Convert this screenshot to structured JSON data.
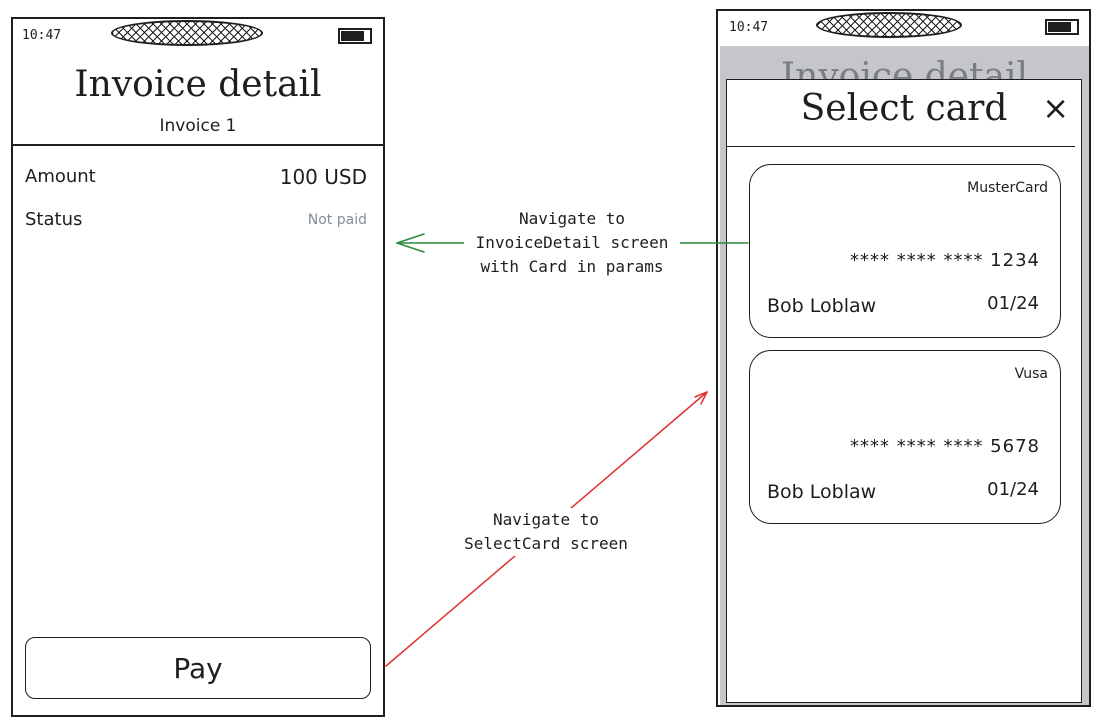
{
  "invoice_screen": {
    "status_time": "10:47",
    "title": "Invoice detail",
    "subtitle": "Invoice 1",
    "rows": [
      {
        "label": "Amount",
        "value": "100 USD"
      },
      {
        "label": "Status",
        "value": "Not paid"
      }
    ],
    "pay_label": "Pay"
  },
  "select_card_screen": {
    "status_time": "10:47",
    "background_title": "Invoice detail",
    "title": "Select card",
    "close_glyph": "×",
    "cards": [
      {
        "brand": "MusterCard",
        "number": "**** **** **** 1234",
        "holder": "Bob Loblaw",
        "expiry": "01/24"
      },
      {
        "brand": "Vusa",
        "number": "**** **** **** 5678",
        "holder": "Bob Loblaw",
        "expiry": "01/24"
      }
    ]
  },
  "annotations": {
    "to_select_card": [
      "Navigate to",
      "SelectCard screen"
    ],
    "back_to_invoice": [
      "Navigate to",
      "InvoiceDetail screen",
      "with Card in params"
    ]
  },
  "colors": {
    "stroke": "#1e1e1e",
    "muted_text": "#868e96",
    "modal_backdrop": "#c4c6c9",
    "forward_arrow": "#e03131",
    "back_arrow": "#2b8a3e"
  }
}
